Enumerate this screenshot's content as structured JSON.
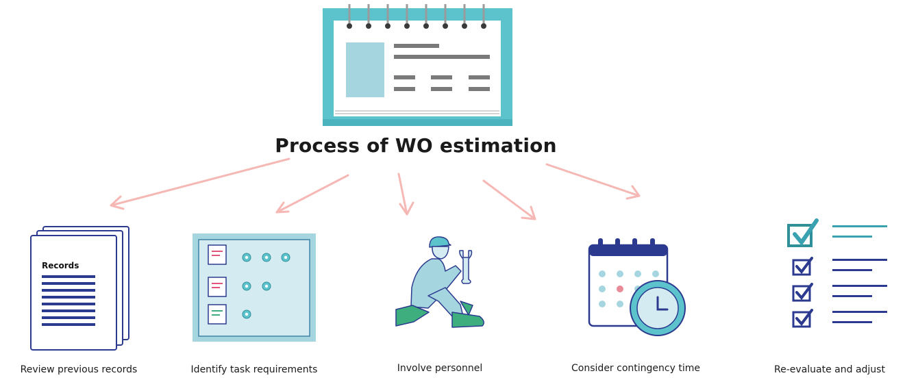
{
  "title": "Process of WO estimation",
  "steps": [
    {
      "label": "Review previous records",
      "icon": "records-stack-icon"
    },
    {
      "label": "Identify task requirements",
      "icon": "task-board-icon"
    },
    {
      "label": "Involve personnel",
      "icon": "mechanic-with-wrench-icon"
    },
    {
      "label": "Consider contingency time",
      "icon": "calendar-clock-icon"
    },
    {
      "label": "Re-evaluate and adjust",
      "icon": "checklist-icon"
    }
  ],
  "records_card_text": "Records",
  "colors": {
    "teal": "#5cc3cc",
    "teal_light": "#a5d6e0",
    "navy": "#2b3a8f",
    "arrow": "#f6b8b5",
    "pink": "#e2557a",
    "green": "#3fae7e",
    "gray": "#7a7a7a"
  }
}
